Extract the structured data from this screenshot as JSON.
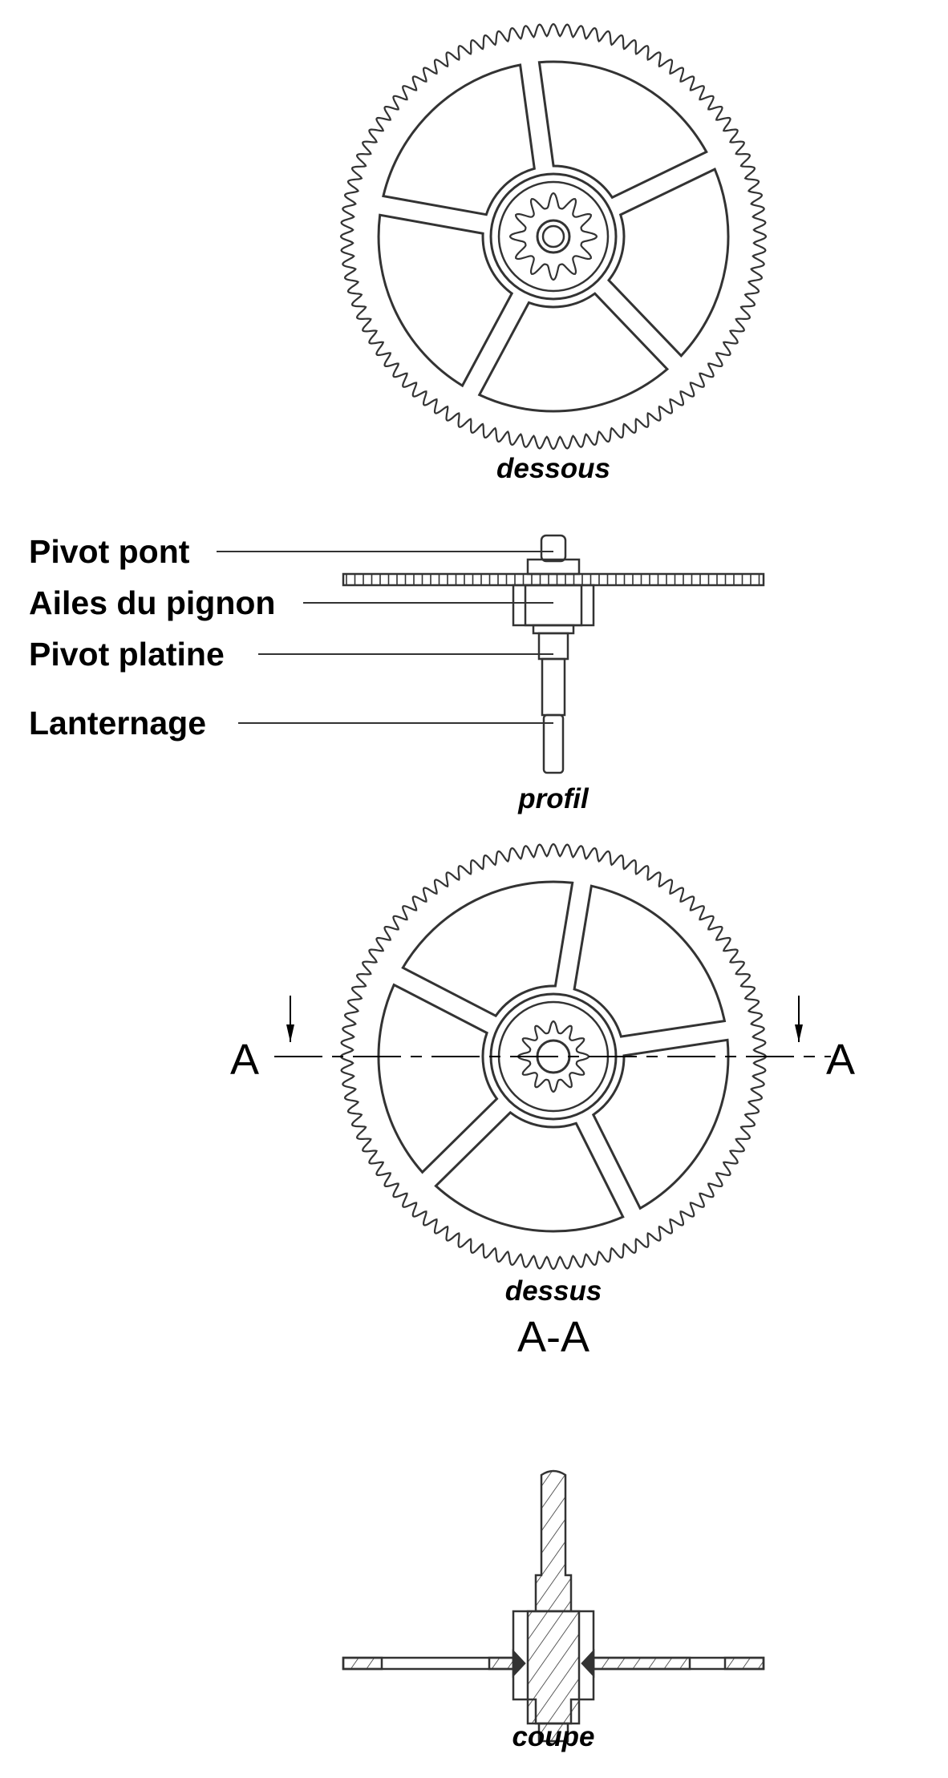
{
  "views": {
    "bottom_caption": "dessous",
    "profile_caption": "profil",
    "top_caption": "dessus",
    "section_caption": "coupe"
  },
  "callouts": {
    "pivot_pont": "Pivot pont",
    "ailes_pignon": "Ailes du pignon",
    "pivot_platine": "Pivot platine",
    "lanternage": "Lanternage"
  },
  "section": {
    "marker": "A",
    "title": "A-A"
  },
  "wheel": {
    "teeth": 96,
    "spokes": 5,
    "pinion_leaves": 12
  },
  "colors": {
    "line": "#333333",
    "background": "#ffffff"
  }
}
